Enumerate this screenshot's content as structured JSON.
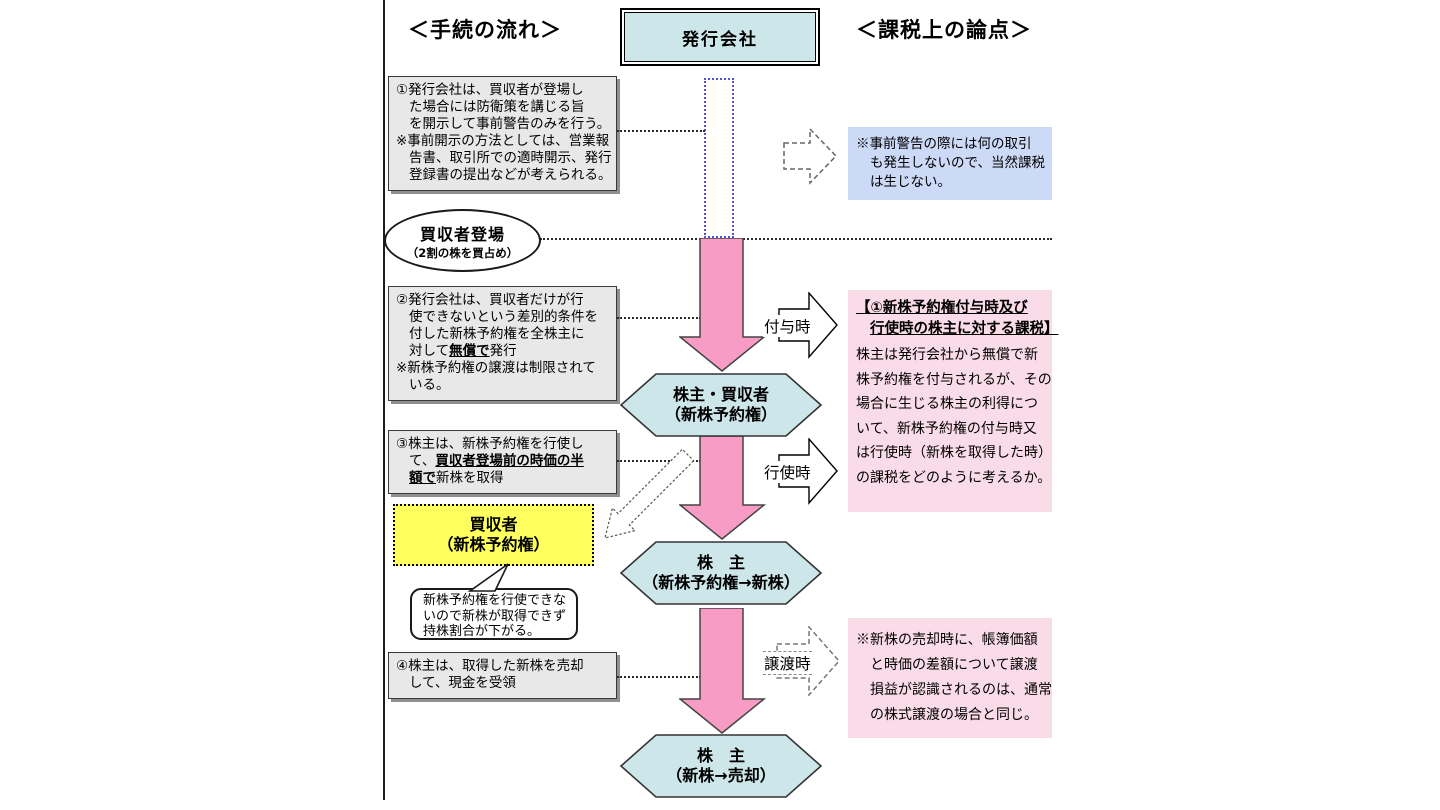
{
  "headers": {
    "flow": "＜手続の流れ＞",
    "tax": "＜課税上の論点＞"
  },
  "issuer": {
    "label": "発行会社"
  },
  "oval": {
    "line1": "買収者登場",
    "line2": "（2割の株を買占め）"
  },
  "steps": {
    "s1": {
      "l0": "①発行会社は、買収者が登場し",
      "l1": "た場合には防衛策を講じる旨",
      "l2": "を開示して事前警告のみを行う。",
      "l3": "※事前開示の方法としては、営業報",
      "l4": "告書、取引所での適時開示、発行",
      "l5": "登録書の提出などが考えられる。"
    },
    "s2": {
      "l0": "②発行会社は、買収者だけが行",
      "l1": "使できないという差別的条件を",
      "l2": "付した新株予約権を全株主に",
      "l3pre": "対して",
      "l3em": "無償で",
      "l3post": "発行",
      "l4": "※新株予約権の譲渡は制限されて",
      "l5": "いる。"
    },
    "s3": {
      "l0": "③株主は、新株予約権を行使し",
      "l1pre": "て、",
      "l1em": "買収者登場前の時価の半",
      "l2em": "額で",
      "l2post": "新株を取得"
    },
    "s4": {
      "l0": "④株主は、取得した新株を売却",
      "l1": "して、現金を受領"
    }
  },
  "hexes": {
    "h1": {
      "line1": "株主・買収者",
      "line2": "（新株予約権）"
    },
    "h2": {
      "line1": "株　主",
      "line2": "（新株予約権→新株）"
    },
    "h3": {
      "line1": "株　主",
      "line2": "（新株→売却）"
    }
  },
  "yellow_box": {
    "line1": "買収者",
    "line2": "（新株予約権）"
  },
  "bubble": {
    "l0": "新株予約権を行使できな",
    "l1": "いので新株が取得できず",
    "l2": "持株割合が下がる。"
  },
  "time_labels": {
    "grant": "付与時",
    "exercise": "行使時",
    "transfer": "譲渡時"
  },
  "notes": {
    "pre_warning": {
      "l0": "※事前警告の際には何の取引",
      "l1": "も発生しないので、当然課税",
      "l2": "は生じない。"
    },
    "grant_tax": {
      "t0": "【①新株予約権付与時及び",
      "t1": "行使時の株主に対する課税】",
      "b0": "株主は発行会社から無償で新",
      "b1": "株予約権を付与されるが、その",
      "b2": "場合に生じる株主の利得につ",
      "b3": "いて、新株予約権の付与時又",
      "b4": "は行使時（新株を取得した時）",
      "b5": "の課税をどのように考えるか。"
    },
    "transfer_tax": {
      "l0": "※新株の売却時に、帳簿価額",
      "l1": "と時価の差額について譲渡",
      "l2": "損益が認識されるのは、通常",
      "l3": "の株式譲渡の場合と同じ。"
    }
  },
  "colors": {
    "hex_fill": "#cde6e9",
    "flow_arrow_pink": "#f89cc5",
    "grant_note_pink": "#fadce9",
    "pre_warning_blue": "#ccd9f7",
    "acquirer_yellow": "#ffff5e",
    "step_gray": "#e8e8e8",
    "dotted_blue": "#5353cc"
  }
}
